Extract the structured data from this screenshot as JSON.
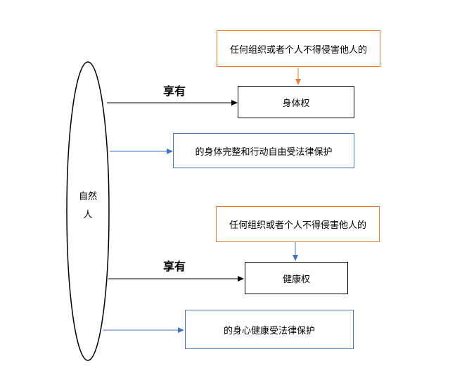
{
  "entity": {
    "label": "自然人"
  },
  "groups": [
    {
      "condition": "任何组织或者个人不得侵害他人的",
      "relation": "享有",
      "right": "身体权",
      "protection": "的身体完整和行动自由受法律保护"
    },
    {
      "condition": "任何组织或者个人不得侵害他人的",
      "relation": "享有",
      "right": "健康权",
      "protection": "的身心健康受法律保护"
    }
  ],
  "colors": {
    "condition_border": "#ed7d31",
    "condition_arrow": "#ed7d31",
    "condition_arrow_2": "#4472c4",
    "right_border": "#000000",
    "protection_border": "#4472c4",
    "protection_arrow": "#4472c4"
  }
}
